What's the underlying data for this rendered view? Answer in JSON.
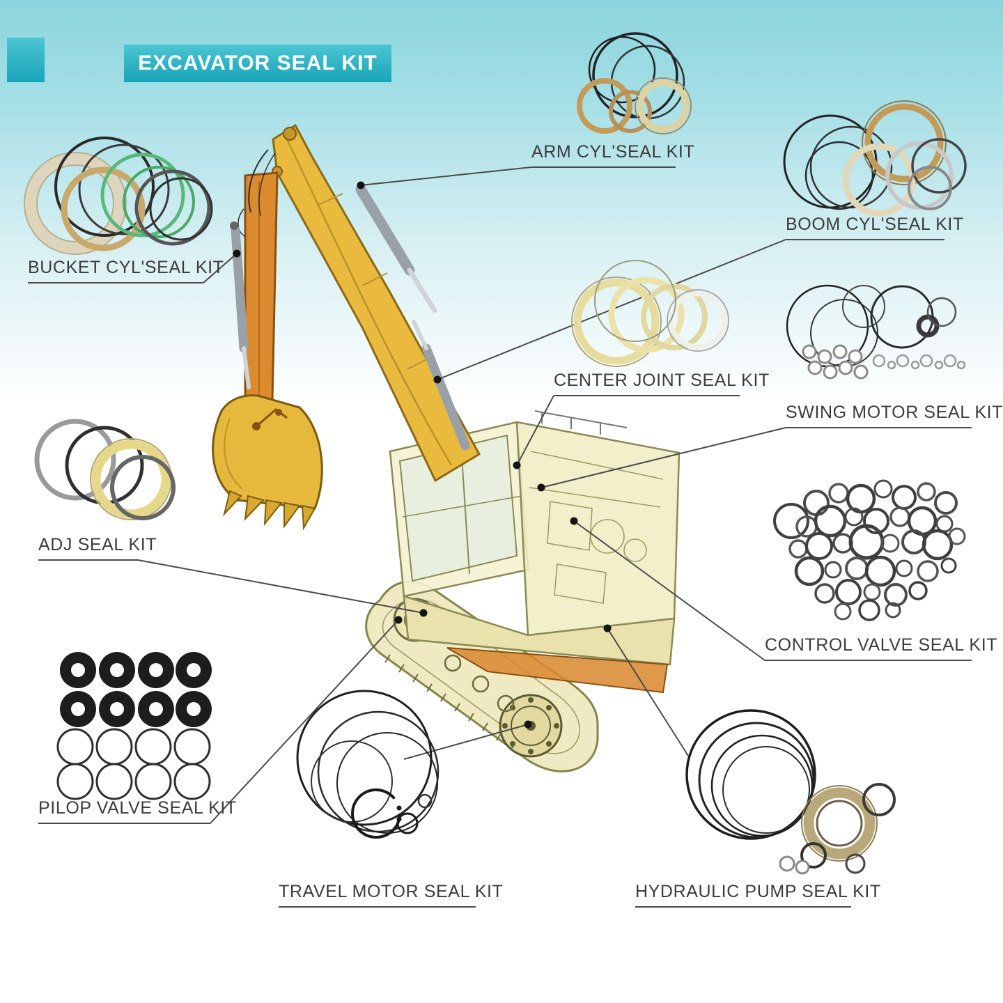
{
  "header": {
    "title": "EXCAVATOR SEAL KIT"
  },
  "labels": {
    "arm": "ARM CYL'SEAL KIT",
    "boom": "BOOM CYL'SEAL KIT",
    "bucket": "BUCKET CYL'SEAL KIT",
    "center_joint": "CENTER JOINT SEAL KIT",
    "swing_motor": "SWING MOTOR SEAL KIT",
    "adj": "ADJ SEAL KIT",
    "control_valve": "CONTROL VALVE SEAL KIT",
    "pilop_valve": "PILOP VALVE SEAL KIT",
    "travel_motor": "TRAVEL MOTOR SEAL KIT",
    "hydraulic_pump": "HYDRAULIC PUMP SEAL KIT"
  },
  "colors": {
    "accent_teal": "#1ba4b8",
    "boom_yellow": "#e9ba3e",
    "arm_orange": "#db8a2e",
    "body_pale": "#f1edc4"
  }
}
